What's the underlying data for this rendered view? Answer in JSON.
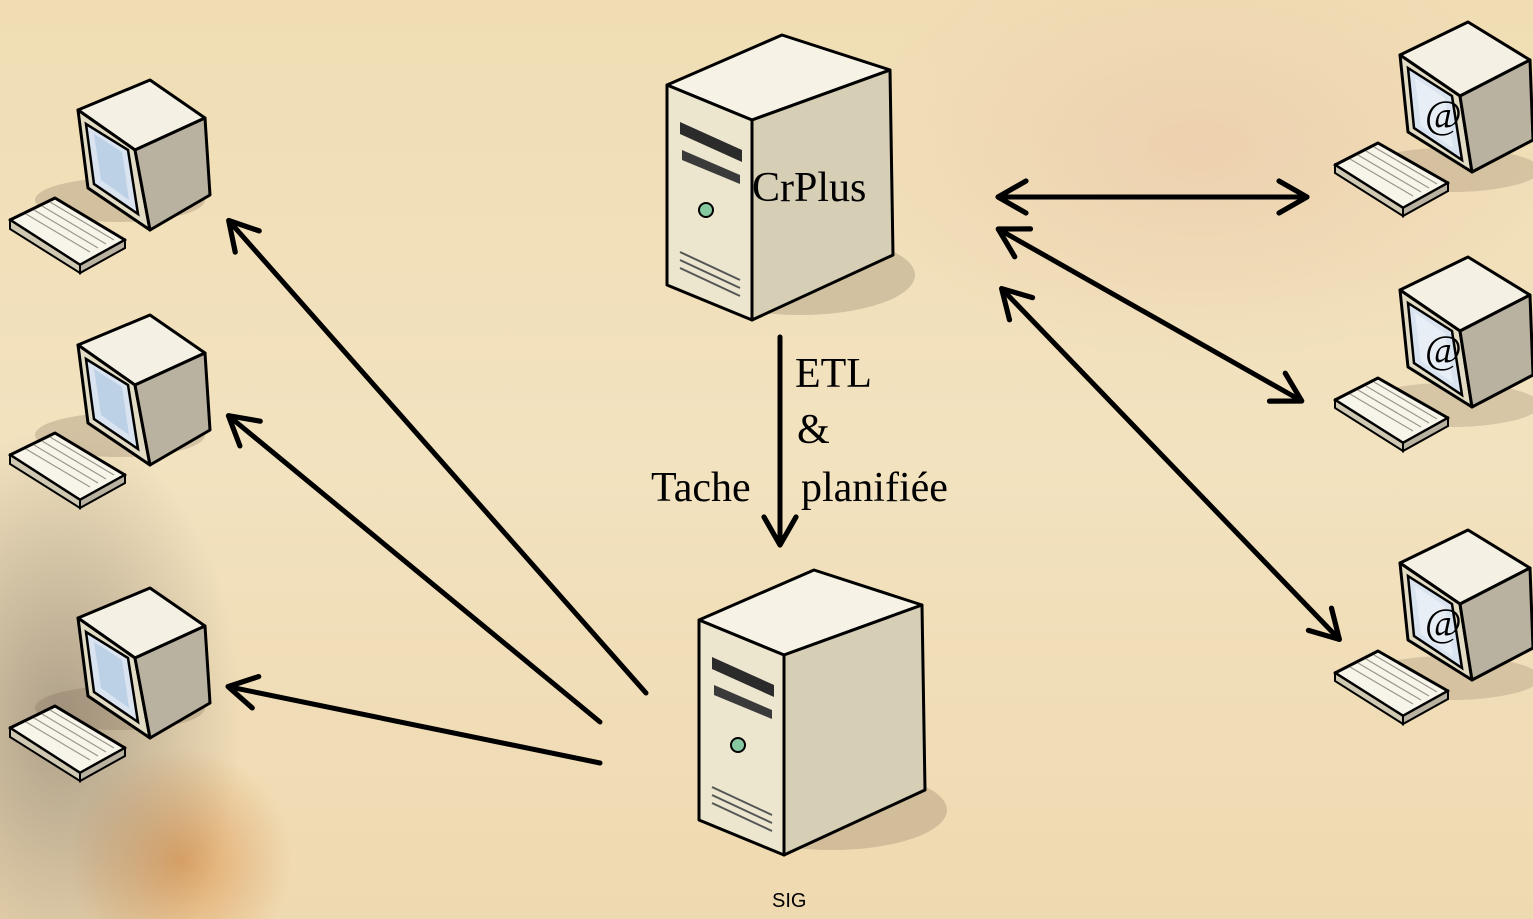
{
  "nodes": {
    "source_server": {
      "label": "CrPlus",
      "icon": "server-tower-icon"
    },
    "target_server": {
      "label": "SIG",
      "icon": "server-tower-icon"
    },
    "internal_clients": {
      "count": 3,
      "icon": "desktop-computer-icon"
    },
    "web_clients": {
      "count": 3,
      "icon": "web-computer-icon",
      "screen_symbol": "@"
    }
  },
  "edges": {
    "transfer": {
      "line1": "ETL",
      "line2": "&",
      "line3a": "Tache",
      "line3b": "planifiée"
    },
    "sig_to_clients": {
      "direction": "one-way"
    },
    "crplus_web": {
      "direction": "two-way"
    }
  },
  "colors": {
    "line": "#000000",
    "case": "#ece7d2",
    "screen": "#d9e4f0"
  }
}
